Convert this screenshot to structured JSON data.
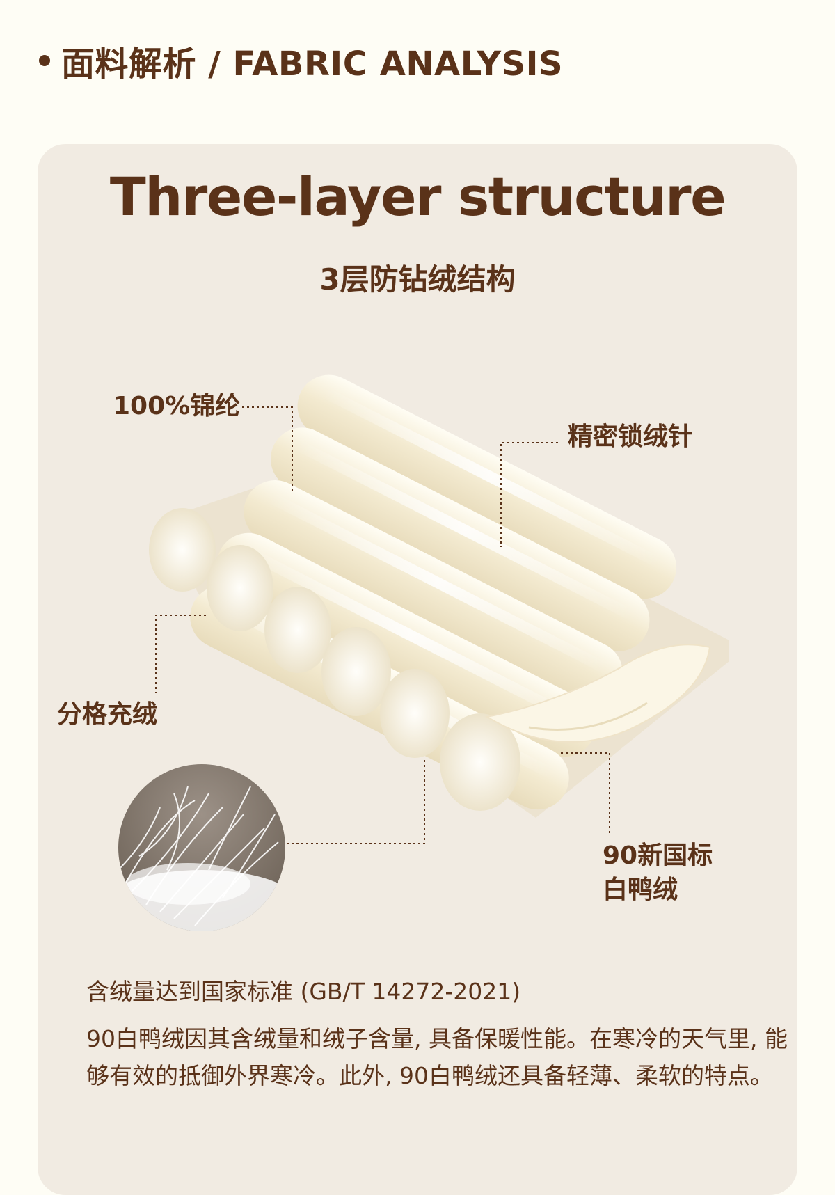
{
  "header": {
    "title": "面料解析 / FABRIC ANALYSIS"
  },
  "card": {
    "title": "Three-layer structure",
    "subtitle": "3层防钻绒结构"
  },
  "callouts": {
    "nylon": "100%锦纶",
    "stitch": "精密锁绒针",
    "compartment": "分格充绒",
    "down_line1": "90新国标",
    "down_line2": "白鸭绒"
  },
  "description": {
    "standard": "含绒量达到国家标准 (GB/T 14272-2021)",
    "body": "90白鸭绒因其含绒量和绒子含量, 具备保暖性能。在寒冷的天气里, 能够有效的抵御外界寒冷。此外, 90白鸭绒还具备轻薄、柔软的特点。"
  },
  "colors": {
    "background": "#fefdf5",
    "card": "#f1ebe2",
    "text": "#5a3219",
    "fabric": "#faf4e2"
  },
  "icons": [
    "bullet-dot",
    "padded-fabric-illustration",
    "down-feather-closeup"
  ]
}
